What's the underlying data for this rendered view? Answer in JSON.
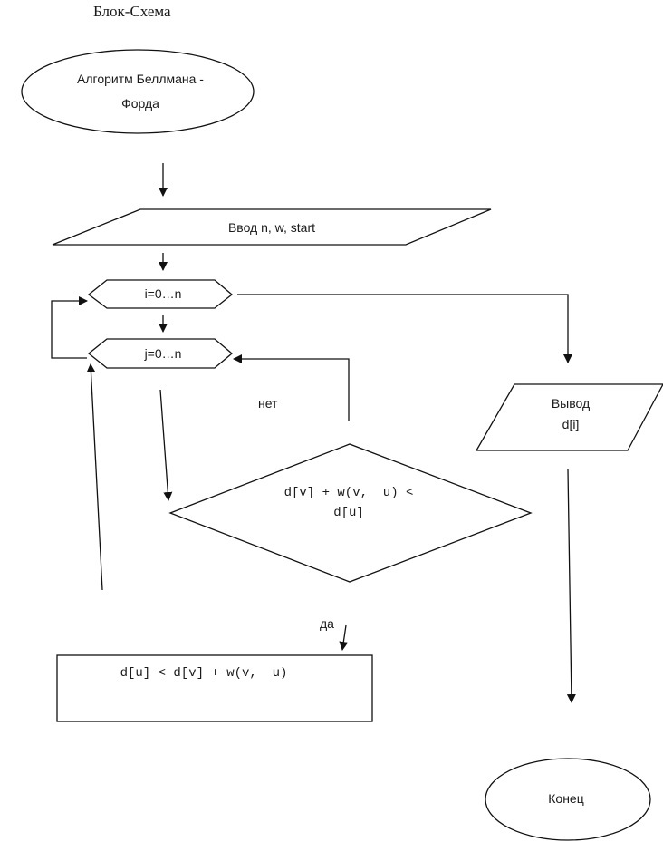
{
  "title": "Блок-Схема",
  "nodes": {
    "start": {
      "line1": "Алгоритм Беллмана -",
      "line2": "Форда"
    },
    "input": "Ввод n, w, start",
    "loop_outer": "i=0…n",
    "loop_inner": "j=0…n",
    "condition": {
      "line1": "d[v] + w(v,  u) <",
      "line2": "d[u]"
    },
    "assign": "d[u] < d[v] + w(v,  u)",
    "output": {
      "line1": "Вывод",
      "line2": "d[i]"
    },
    "end": "Конец"
  },
  "branches": {
    "no": "нет",
    "yes": "да"
  }
}
